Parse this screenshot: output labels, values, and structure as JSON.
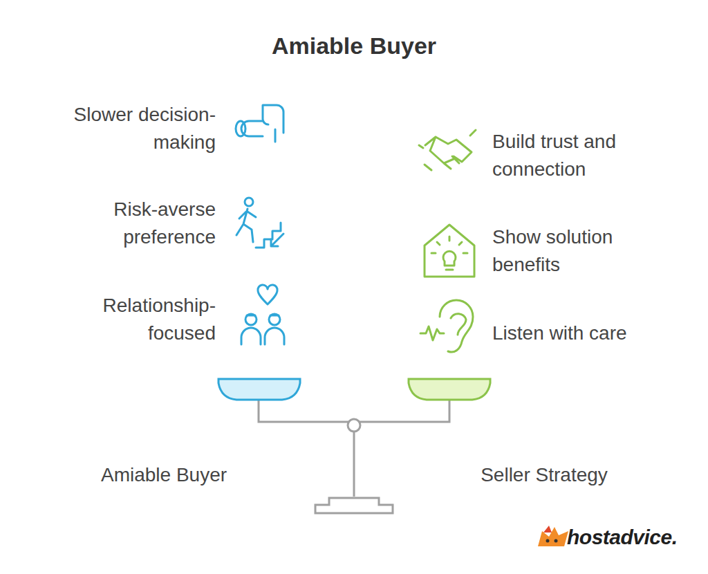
{
  "diagram": {
    "title": "Amiable Buyer",
    "labels": [
      "Slower decision-making",
      "Risk-averse preference",
      "Relationship-focused",
      "Build trust and connection",
      "Show solution benefits",
      "Listen with care",
      "Amiable Buyer",
      "Seller Strategy",
      "hostadvice."
    ]
  }
}
